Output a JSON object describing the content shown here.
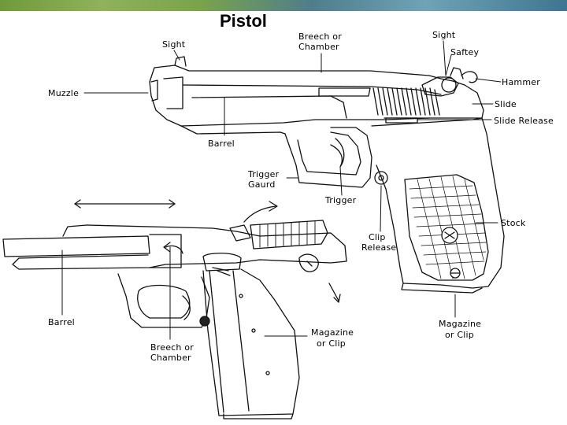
{
  "title": "Pistol",
  "labels": {
    "sight_left": "Sight",
    "breech_top_1": "Breech or",
    "breech_top_2": "Chamber",
    "sight_right": "Sight",
    "safety": "Saftey",
    "hammer": "Hammer",
    "slide": "Slide",
    "slide_release": "Slide Release",
    "muzzle": "Muzzle",
    "barrel_top": "Barrel",
    "trigger_guard_1": "Trigger",
    "trigger_guard_2": "Gaurd",
    "trigger": "Trigger",
    "stock": "Stock",
    "clip_release_1": "Clip",
    "clip_release_2": "Release",
    "barrel_bottom": "Barrel",
    "magazine_mid_1": "Magazine",
    "magazine_mid_2": "or Clip",
    "magazine_right_1": "Magazine",
    "magazine_right_2": "or Clip",
    "breech_bottom_1": "Breech or",
    "breech_bottom_2": "Chamber"
  },
  "colors": {
    "line": "#111111",
    "background": "#ffffff",
    "band_green": "#7aa44a",
    "band_blue": "#4f7d8c"
  }
}
